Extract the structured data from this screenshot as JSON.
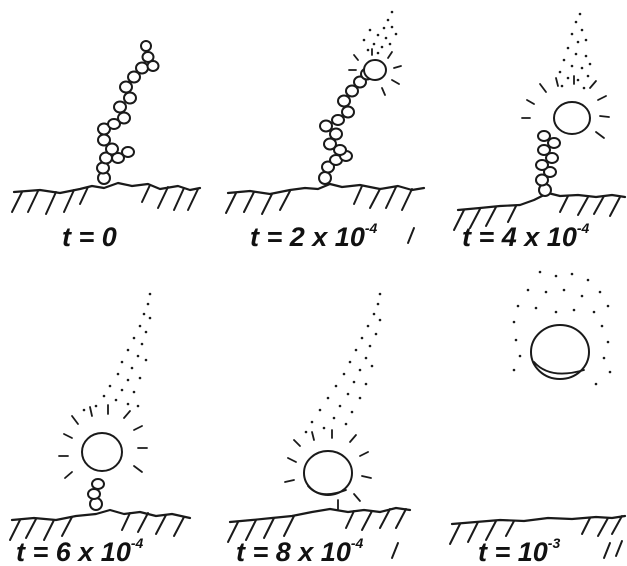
{
  "panels": [
    {
      "id": "t0",
      "time_label": "t = 0",
      "base": "",
      "exponent": ""
    },
    {
      "id": "t2",
      "time_label": "t = 2 x 10",
      "base": "",
      "exponent": "-4"
    },
    {
      "id": "t4",
      "time_label": "t = 4 x 10",
      "base": "",
      "exponent": "-4"
    },
    {
      "id": "t6",
      "time_label": "t = 6 x 10",
      "base": "",
      "exponent": "-4"
    },
    {
      "id": "t8",
      "time_label": "t = 8 x 10",
      "base": "",
      "exponent": "-4"
    },
    {
      "id": "t10",
      "time_label": "t = 10",
      "base": "",
      "exponent": "-3"
    }
  ]
}
